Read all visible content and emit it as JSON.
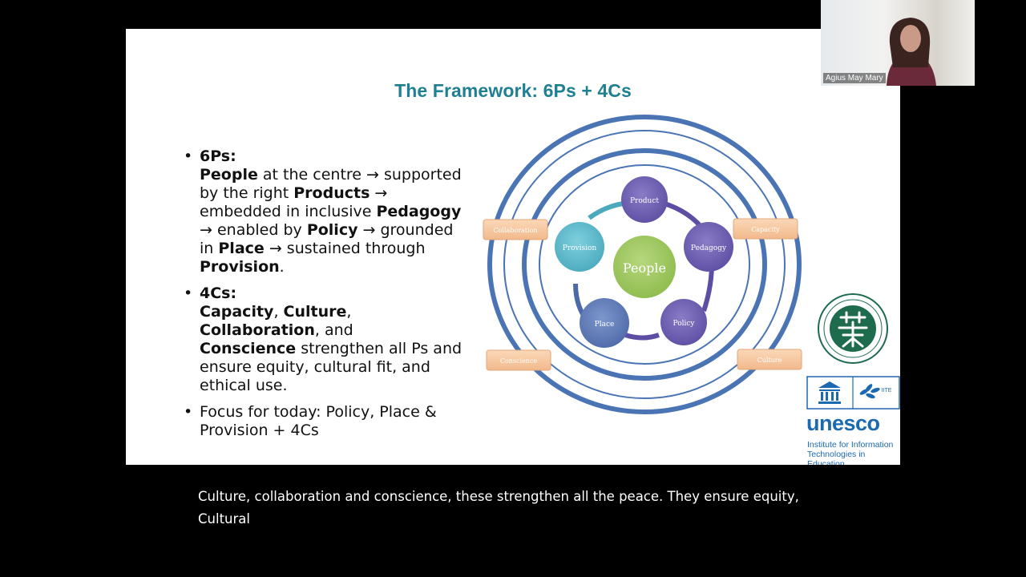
{
  "slide": {
    "title": "The Framework: 6Ps + 4Cs",
    "bullets": {
      "b1_head": "6Ps:",
      "b1_p1": "People",
      "b1_t1": " at the centre → supported by the right ",
      "b1_p2": "Products",
      "b1_t2": " → embedded in inclusive ",
      "b1_p3": "Pedagogy",
      "b1_t3": " → enabled by ",
      "b1_p4": "Policy",
      "b1_t4": " → grounded in ",
      "b1_p5": "Place",
      "b1_t5": " → sustained through ",
      "b1_p6": "Provision",
      "b1_t6": ".",
      "b2_head": "4Cs:",
      "b2_c1": "Capacity",
      "b2_s1": ", ",
      "b2_c2": "Culture",
      "b2_s2": ", ",
      "b2_c3": "Collaboration",
      "b2_s3": ", and ",
      "b2_c4": "Conscience",
      "b2_t": " strengthen all Ps and ensure equity, cultural fit, and ethical use.",
      "b3": "Focus for today: Policy, Place & Provision + 4Cs"
    },
    "diagram": {
      "center": "People",
      "nodes": [
        "Product",
        "Pedagogy",
        "Policy",
        "Place",
        "Provision"
      ],
      "tags": [
        "Collaboration",
        "Capacity",
        "Conscience",
        "Culture"
      ]
    },
    "logos": {
      "unesco_word": "unesco",
      "unesco_sub": "Institute for Information Technologies in Education",
      "unesco_iite": "IITE"
    }
  },
  "video": {
    "participant_name": "Agius May Mary"
  },
  "caption": {
    "text": "Culture, collaboration and conscience, these strengthen all the peace. They ensure equity, Cultural"
  }
}
